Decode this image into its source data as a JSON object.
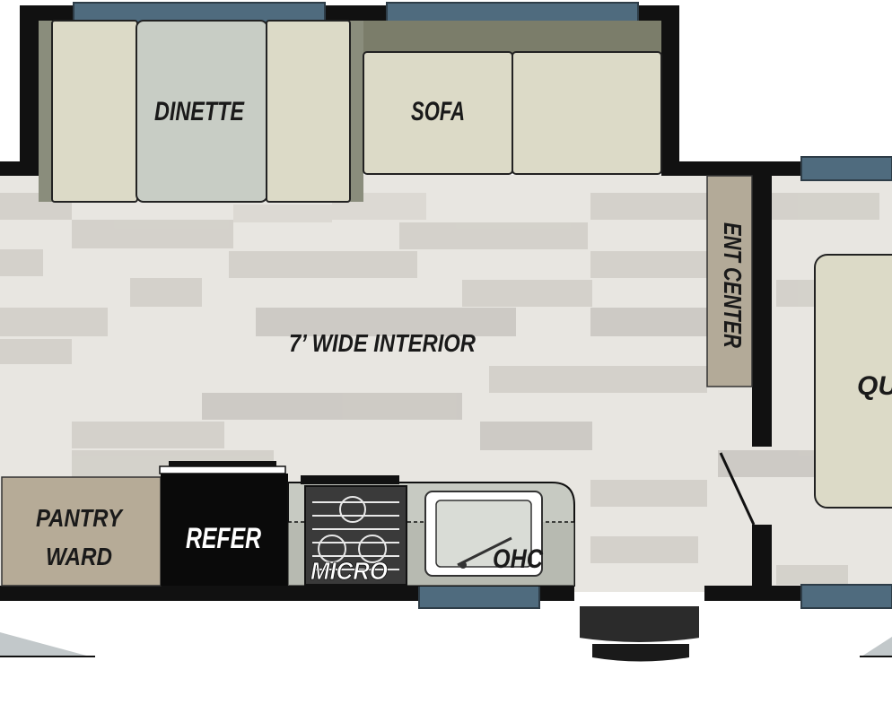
{
  "floorplan": {
    "labels": {
      "dinette": "DINETTE",
      "sofa": "SOFA",
      "interior": "7’ WIDE INTERIOR",
      "ent_center": "ENT CENTER",
      "queen_partial": "QU",
      "pantry_line1": "PANTRY",
      "pantry_line2": "WARD",
      "refer": "REFER",
      "micro": "MICRO",
      "ohc": "OHC"
    },
    "colors": {
      "wall": "#111111",
      "window": "#4f6b7e",
      "floor_light": "#e8e6e1",
      "floor_dark": "#cfccc6",
      "cushion": "#dcdac7",
      "dinette_table": "#c8cdc5",
      "sofa_back": "#7b7d6a",
      "ent_center": "#b3aa98",
      "pantry": "#b6ab97",
      "refer": "#0a0a0a",
      "counter": "#c7cac2",
      "queen_bed": "#dcdac7"
    }
  }
}
